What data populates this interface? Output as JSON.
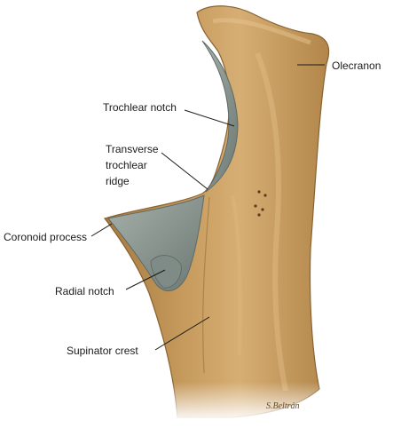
{
  "diagram": {
    "labels": {
      "olecranon": "Olecranon",
      "trochlear_notch": "Trochlear notch",
      "transverse_ridge": [
        "Transverse",
        "trochlear",
        "ridge"
      ],
      "coronoid_process": "Coronoid process",
      "radial_notch": "Radial notch",
      "supinator_crest": "Supinator crest"
    },
    "signature": "S.Beltrán",
    "colors": {
      "bone": "#b98a4c",
      "bone_light": "#d8b077",
      "bone_dark": "#8a6230",
      "cartilage": "#8e9a94",
      "cartilage_dark": "#5f6b66"
    }
  }
}
